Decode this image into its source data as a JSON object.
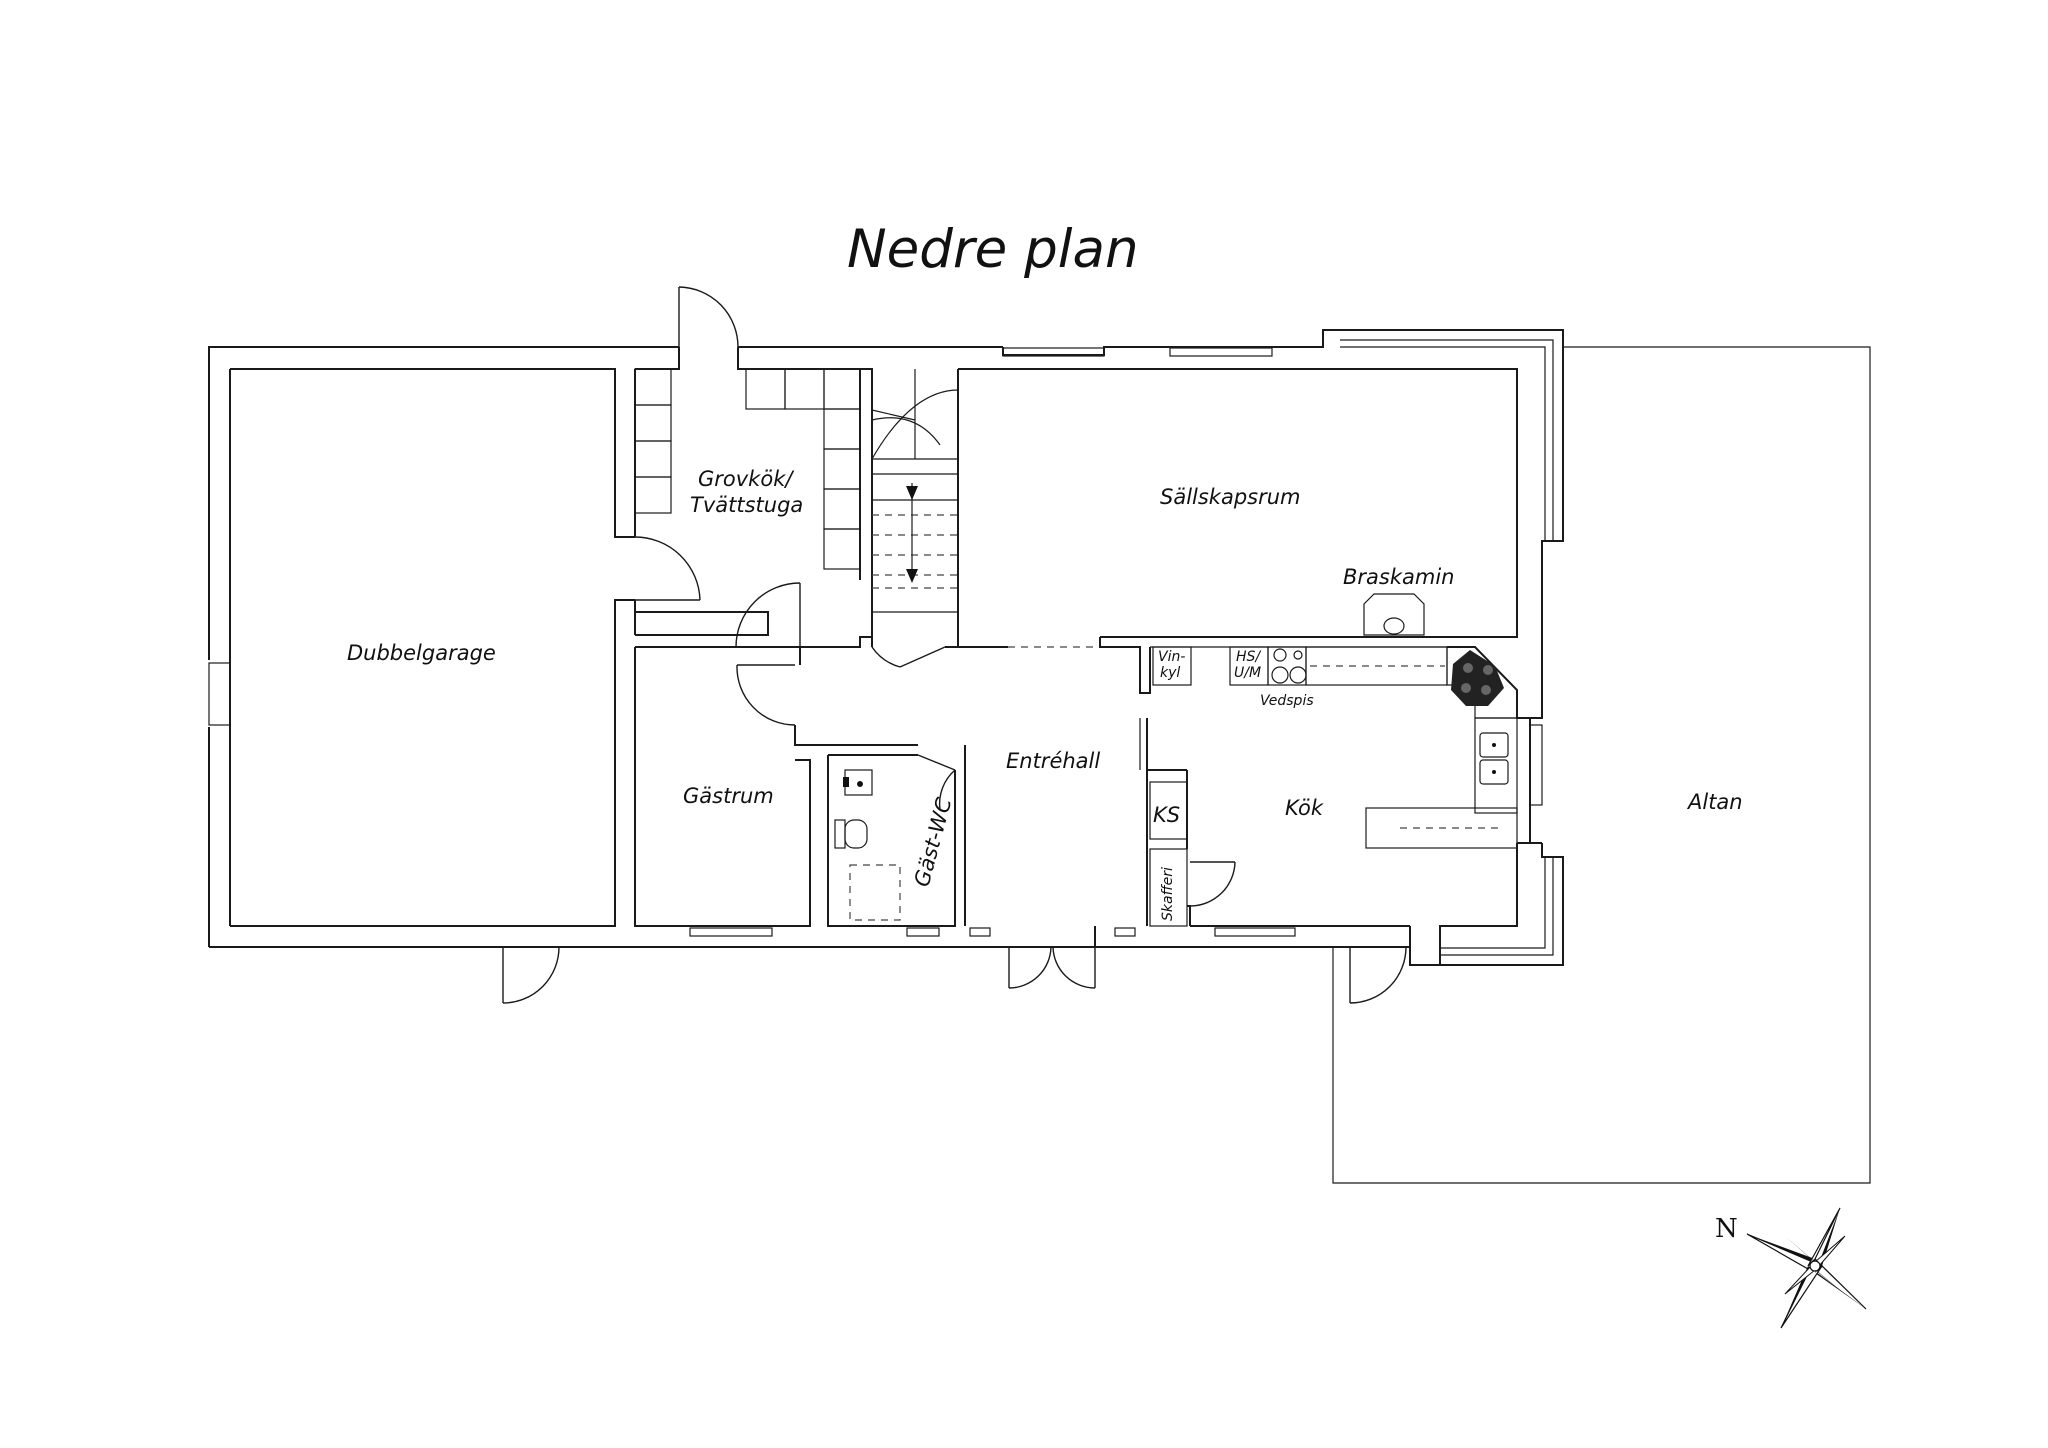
{
  "plan": {
    "title": "Nedre plan",
    "rooms": {
      "dubbelgarage": "Dubbelgarage",
      "grovkok_line1": "Grovkök/",
      "grovkok_line2": "Tvättstuga",
      "sallskapsrum": "Sällskapsrum",
      "braskamin": "Braskamin",
      "gastrum": "Gästrum",
      "gast_wc": "Gäst-WC",
      "entrehall": "Entréhall",
      "kok": "Kök",
      "altan": "Altan",
      "ks": "KS",
      "skafferi": "Skafferi",
      "vinkyl_line1": "Vin-",
      "vinkyl_line2": "kyl",
      "hs_line1": "HS/",
      "hs_line2": "U/M",
      "vedspis": "Vedspis"
    },
    "compass": {
      "north_label": "N"
    }
  }
}
